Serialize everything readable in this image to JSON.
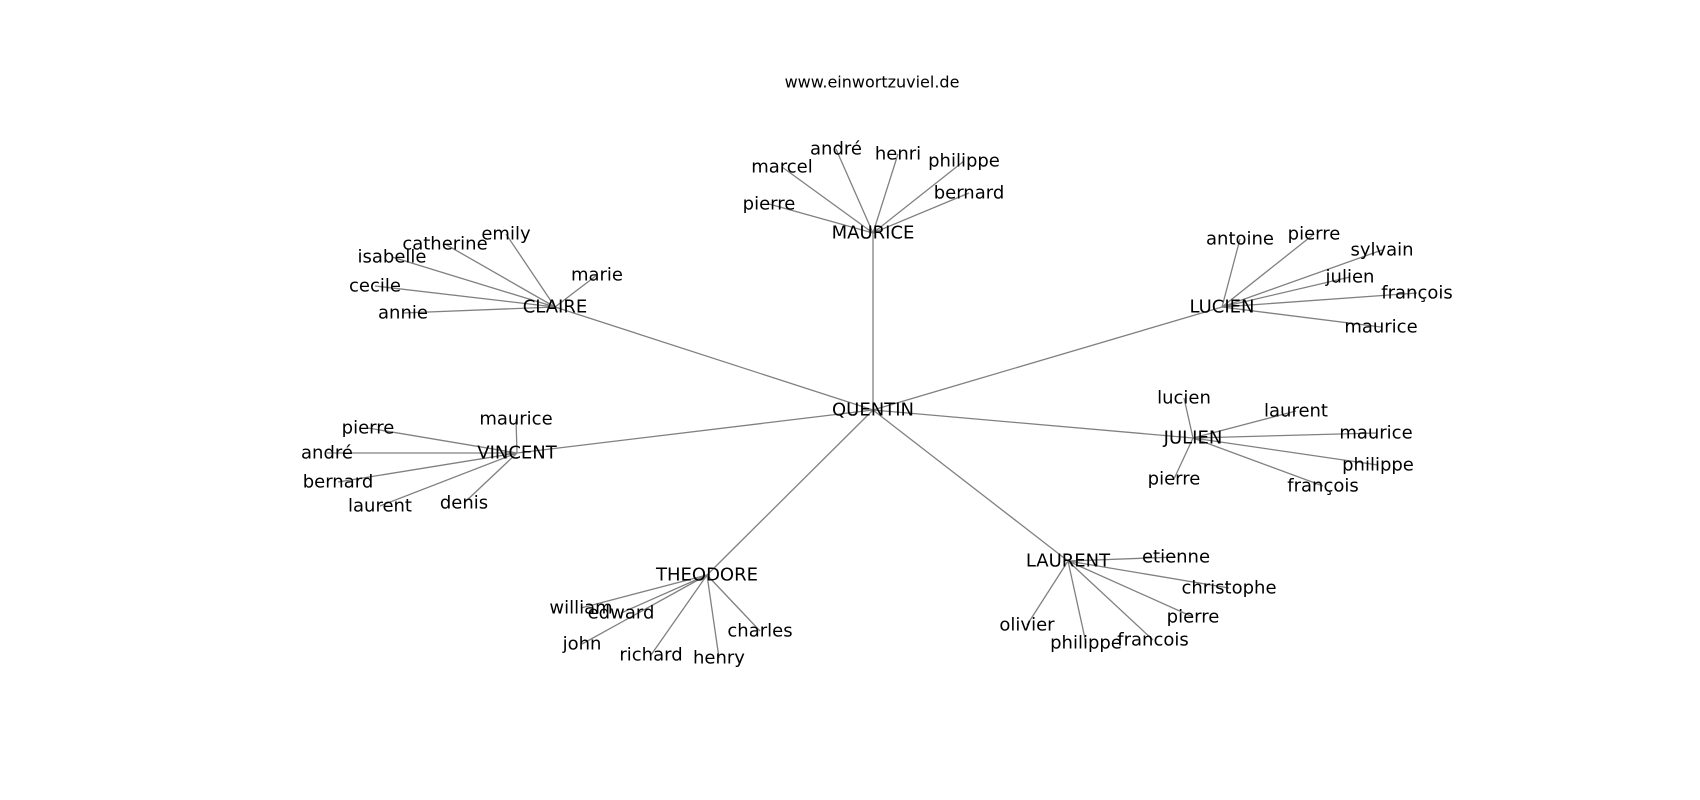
{
  "source": "www.einwortzuviel.de",
  "root": "QUENTIN",
  "groups": [
    {
      "hub": "MAURICE",
      "leaves": [
        "andré",
        "henri",
        "marcel",
        "philippe",
        "pierre",
        "bernard"
      ]
    },
    {
      "hub": "CLAIRE",
      "leaves": [
        "emily",
        "catherine",
        "isabelle",
        "cecile",
        "annie",
        "marie"
      ]
    },
    {
      "hub": "LUCIEN",
      "leaves": [
        "antoine",
        "pierre",
        "sylvain",
        "julien",
        "françois",
        "maurice"
      ]
    },
    {
      "hub": "VINCENT",
      "leaves": [
        "maurice",
        "pierre",
        "andré",
        "bernard",
        "laurent",
        "denis"
      ]
    },
    {
      "hub": "JULIEN",
      "leaves": [
        "lucien",
        "laurent",
        "maurice",
        "philippe",
        "pierre",
        "françois"
      ]
    },
    {
      "hub": "THEODORE",
      "leaves": [
        "william",
        "edward",
        "john",
        "richard",
        "henry",
        "charles"
      ]
    },
    {
      "hub": "LAURENT",
      "leaves": [
        "etienne",
        "christophe",
        "pierre",
        "francois",
        "philippe",
        "olivier"
      ]
    }
  ]
}
